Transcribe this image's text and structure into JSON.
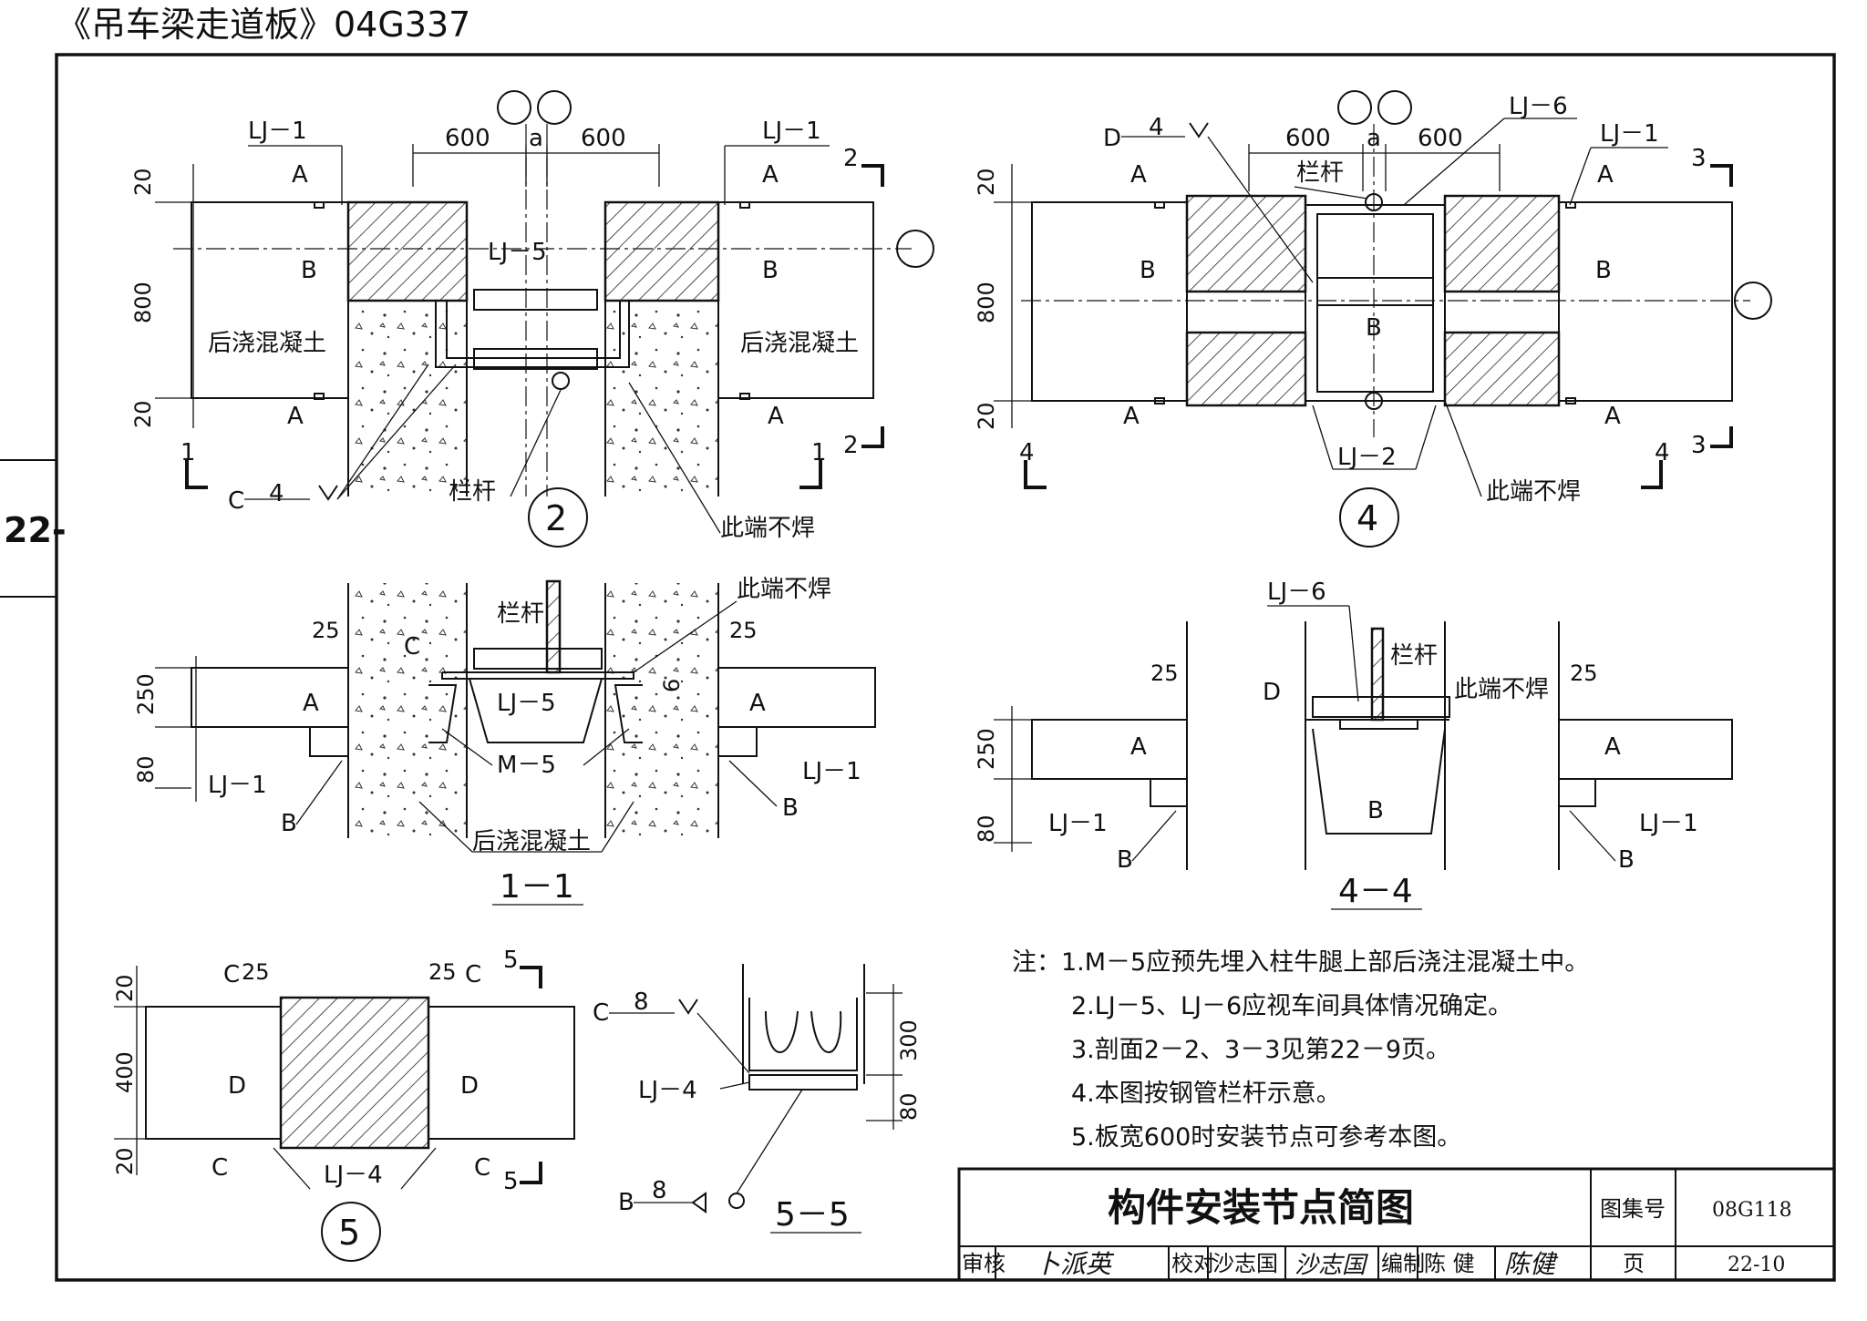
{
  "header": {
    "title": "《吊车梁走道板》04G337",
    "side_tab": "22-"
  },
  "common": {
    "A": "A",
    "B": "B",
    "C": "C",
    "D": "D",
    "dim20": "20",
    "dim25": "25",
    "dim80": "80",
    "dim250": "250",
    "dim400": "400",
    "dim800": "800",
    "dim600": "600",
    "dim_a": "a",
    "dim300": "300",
    "weld4": "4",
    "weld8": "8",
    "lj1": "LJ－1",
    "lj2": "LJ－2",
    "lj4": "LJ－4",
    "lj5": "LJ－5",
    "lj6": "LJ－6",
    "m5": "M－5",
    "postcast": "后浇混凝土",
    "railing": "栏杆",
    "noweld": "此端不焊",
    "cut1": "1",
    "cut2": "2",
    "cut3": "3",
    "cut4": "4",
    "cut5": "5",
    "dim6": "6"
  },
  "details": {
    "d2": "2",
    "d4": "4",
    "d5": "5",
    "s11": "1－1",
    "s44": "4－4",
    "s55": "5－5"
  },
  "notes": [
    "注：1.M－5应预先埋入柱牛腿上部后浇注混凝土中。",
    "2.LJ－5、LJ－6应视车间具体情况确定。",
    "3.剖面2－2、3－3见第22－9页。",
    "4.本图按钢管栏杆示意。",
    "5.板宽600时安装节点可参考本图。"
  ],
  "title_block": {
    "drawing_title": "构件安装节点简图",
    "atlas_label": "图集号",
    "atlas_no": "08G118",
    "review_label": "审核",
    "review_sig": "卜派英",
    "check_label": "校对",
    "check_name": "沙志国",
    "check_sig": "沙志国",
    "draw_label": "编制",
    "draw_name": "陈 健",
    "draw_sig": "陈健",
    "page_label": "页",
    "page_no": "22-10"
  }
}
